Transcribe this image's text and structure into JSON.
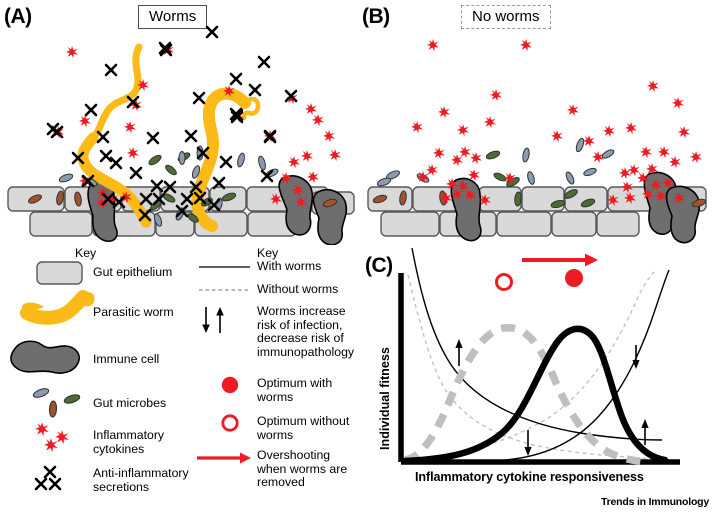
{
  "figure": {
    "footer_credit": "Trends in Immunology"
  },
  "panelA": {
    "letter": "(A)",
    "title": "Worms",
    "title_border": "solid",
    "description": "Gut epithelium colonised by parasitic worms, with immune cells, gut microbes, inflammatory cytokines and abundant anti-inflammatory secretions",
    "counts": {
      "inflammatory_cytokines": 28,
      "anti_inflammatory_secretions": 42,
      "worms": 2,
      "immune_cells": 3
    }
  },
  "panelB": {
    "letter": "(B)",
    "title": "No worms",
    "title_border": "dashed",
    "description": "Gut epithelium without worms, showing many inflammatory cytokines and no anti-inflammatory secretions",
    "counts": {
      "inflammatory_cytokines": 46,
      "anti_inflammatory_secretions": 0,
      "worms": 0,
      "immune_cells": 2
    }
  },
  "panelC": {
    "letter": "(C)"
  },
  "key_left": {
    "heading": "Key",
    "items": [
      {
        "icon": "gut-epithelium-swatch",
        "label": "Gut epithelium"
      },
      {
        "icon": "parasitic-worm-swatch",
        "label": "Parasitic worm"
      },
      {
        "icon": "immune-cell-swatch",
        "label": "Immune cell"
      },
      {
        "icon": "gut-microbes-swatch",
        "label": "Gut microbes"
      },
      {
        "icon": "inflammatory-cytokines-swatch",
        "label": "Inflammatory cytokines"
      },
      {
        "icon": "anti-inflammatory-secretions-swatch",
        "label": "Anti-inflammatory secretions"
      }
    ]
  },
  "key_right": {
    "heading": "Key",
    "items": [
      {
        "icon": "solid-line-swatch",
        "label": "With worms"
      },
      {
        "icon": "dashed-line-swatch",
        "label": "Without worms"
      },
      {
        "icon": "up-down-arrows-swatch",
        "label": "Worms increase risk of infection, decrease risk of immunopathology"
      },
      {
        "icon": "filled-red-circle-swatch",
        "label": "Optimum with worms"
      },
      {
        "icon": "open-red-circle-swatch",
        "label": "Optimum without worms"
      },
      {
        "icon": "red-arrow-swatch",
        "label": "Overshooting when worms are removed"
      }
    ]
  },
  "colors": {
    "worm": "#FBBA17",
    "immune_cell": "#6E6E6E",
    "epithelium": "#D9D9D9",
    "epithelium_stroke": "#595959",
    "cytokine_red": "#ED1C24",
    "microbe_green": "#4D6B33",
    "microbe_blue": "#8C9BB0",
    "microbe_brown": "#A0522D",
    "dashed_gray": "#BFBFBF",
    "curve_black": "#000000"
  },
  "chart_data": {
    "type": "line",
    "title": "",
    "xlabel": "Inflammatory cytokine  responsiveness",
    "ylabel": "Individual fitness",
    "xlim": [
      0,
      10
    ],
    "ylim": [
      0,
      10
    ],
    "grid": false,
    "legend_position": "external-key",
    "axes_ticks": "none",
    "series": [
      {
        "name": "Risk of infection (with worms)",
        "style": "thin-solid-black",
        "shape": "decreasing-convex",
        "x": [
          0.0,
          0.6,
          1.2,
          2.0,
          3.0,
          4.0,
          5.0,
          6.2,
          7.4,
          8.6,
          10.0
        ],
        "y": [
          10.5,
          8.4,
          7.1,
          6.0,
          5.0,
          4.2,
          3.5,
          2.85,
          2.45,
          2.2,
          2.1
        ]
      },
      {
        "name": "Risk of infection (without worms)",
        "style": "thin-dashed-gray",
        "shape": "decreasing-convex-lower",
        "x": [
          0.0,
          0.6,
          1.2,
          2.0,
          3.0,
          4.0,
          5.0,
          6.2,
          7.4,
          8.6,
          10.0
        ],
        "y": [
          9.4,
          6.8,
          5.3,
          4.1,
          3.1,
          2.4,
          1.85,
          1.35,
          1.05,
          0.85,
          0.75
        ]
      },
      {
        "name": "Risk of immunopathology (with worms)",
        "style": "thin-solid-black",
        "shape": "increasing-convex",
        "x": [
          0.0,
          1.5,
          3.0,
          4.2,
          5.4,
          6.4,
          7.3,
          8.1,
          8.8,
          9.4,
          10.0
        ],
        "y": [
          0.0,
          0.25,
          0.6,
          1.1,
          1.9,
          2.9,
          4.2,
          5.7,
          7.2,
          8.7,
          10.2
        ]
      },
      {
        "name": "Risk of immunopathology (without worms)",
        "style": "thin-dashed-gray",
        "shape": "increasing-convex-earlier",
        "x": [
          0.0,
          1.2,
          2.4,
          3.4,
          4.4,
          5.3,
          6.1,
          6.9,
          7.6,
          8.3,
          9.0
        ],
        "y": [
          0.0,
          0.3,
          0.75,
          1.35,
          2.2,
          3.3,
          4.7,
          6.2,
          7.7,
          9.2,
          10.6
        ]
      },
      {
        "name": "Individual fitness with worms",
        "style": "thick-solid-black",
        "shape": "peaked-right",
        "x": [
          0.0,
          1.0,
          2.0,
          3.0,
          3.8,
          4.4,
          5.0,
          5.5,
          6.0,
          6.5,
          7.0,
          7.6,
          8.2,
          9.0,
          10.0
        ],
        "y": [
          0.1,
          0.25,
          0.5,
          1.0,
          1.9,
          3.2,
          5.2,
          7.4,
          9.0,
          9.4,
          8.4,
          5.6,
          2.9,
          1.0,
          0.15
        ],
        "optimum_x": 6.3,
        "optimum_y": 9.4
      },
      {
        "name": "Individual fitness without worms",
        "style": "thick-dashed-gray",
        "shape": "peaked-left",
        "x": [
          0.0,
          0.6,
          1.2,
          1.8,
          2.4,
          3.0,
          3.6,
          4.2,
          4.8,
          5.4,
          6.2,
          7.0,
          7.8,
          8.6,
          9.4
        ],
        "y": [
          0.15,
          0.8,
          2.2,
          4.2,
          6.4,
          8.1,
          9.0,
          9.1,
          8.5,
          7.3,
          5.3,
          3.4,
          1.8,
          0.7,
          0.15
        ],
        "optimum_x": 3.9,
        "optimum_y": 9.1
      }
    ],
    "markers": [
      {
        "name": "optimum-without-worms",
        "style": "open-red-circle",
        "x": 3.9,
        "y": 9.6
      },
      {
        "name": "optimum-with-worms",
        "style": "filled-red-circle",
        "x": 6.3,
        "y": 9.7
      }
    ],
    "annotations": [
      {
        "name": "overshoot-arrow",
        "style": "red-arrow-right",
        "from_x": 4.3,
        "to_x": 6.5,
        "y": 10.6
      },
      {
        "name": "infection-shift-up-arrow",
        "style": "black-arrow-up",
        "x": 1.4,
        "y": 5.2
      },
      {
        "name": "immunopathology-shift-down-arrow",
        "style": "black-arrow-down",
        "x": 4.0,
        "y": 0.9
      },
      {
        "name": "infection-shift-down-arrow",
        "style": "black-arrow-down",
        "x": 8.2,
        "y": 5.1
      },
      {
        "name": "immunopathology-shift-up-arrow",
        "style": "black-arrow-up",
        "x": 8.5,
        "y": 1.5
      }
    ]
  }
}
